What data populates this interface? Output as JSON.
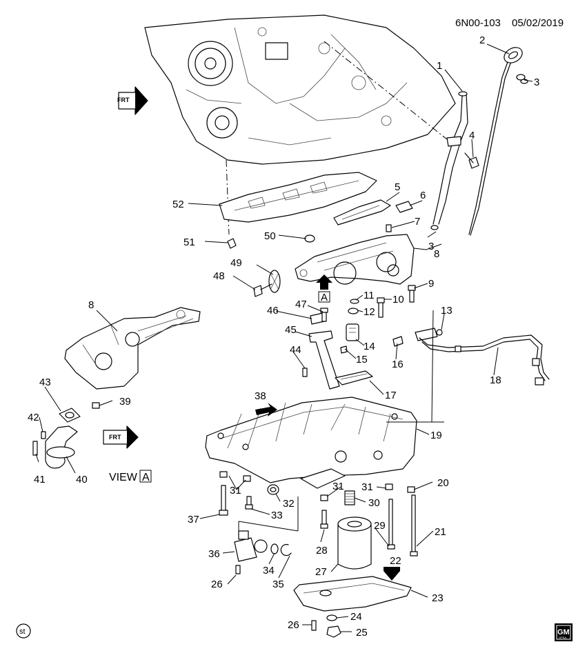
{
  "header": {
    "code": "6N00-103",
    "date": "05/02/2019"
  },
  "callouts": [
    "1",
    "2",
    "3",
    "4",
    "5",
    "6",
    "7",
    "8",
    "9",
    "10",
    "11",
    "12",
    "13",
    "14",
    "15",
    "16",
    "17",
    "18",
    "19",
    "20",
    "21",
    "22",
    "23",
    "24",
    "25",
    "26",
    "27",
    "28",
    "29",
    "30",
    "31",
    "32",
    "33",
    "34",
    "35",
    "36",
    "37",
    "38",
    "39",
    "40",
    "41",
    "42",
    "43",
    "44",
    "45",
    "46",
    "47",
    "48",
    "49",
    "50",
    "51",
    "52"
  ],
  "view_label": {
    "text": "VIEW",
    "box": "A"
  },
  "view_marker": "A",
  "frt_label": "FRT",
  "footer": {
    "left_badge": "st",
    "logo_top": "GM",
    "logo_bottom": "GPSA"
  }
}
